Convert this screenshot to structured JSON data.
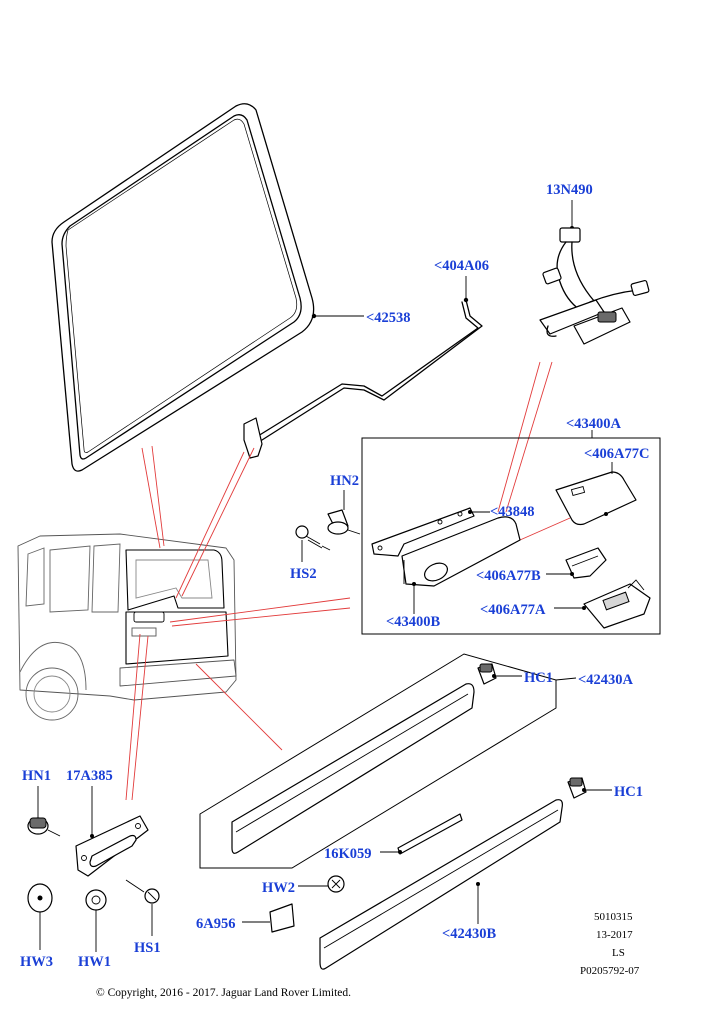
{
  "diagram": {
    "accent_color": "#1a3fd6",
    "callout_line_color": "#e23b3b",
    "labels": {
      "seal_42538": "<42538",
      "rod_404a06": "<404A06",
      "harness_13n490": "13N490",
      "assy_43400a": "<43400A",
      "cover_406a77c": "<406A77C",
      "bracket_43848": "<43848",
      "nut_hn2": "HN2",
      "screw_hs2": "HS2",
      "housing_406a77b": "<406A77B",
      "switch_406a77a": "<406A77A",
      "handle_43400b": "<43400B",
      "clip_hc1_upper": "HC1",
      "trim_42430a": "<42430A",
      "clip_hc1_lower": "HC1",
      "nut_hn1": "HN1",
      "plate_17a385": "17A385",
      "strip_16k059": "16K059",
      "washer_hw2": "HW2",
      "pad_6a956": "6A956",
      "trim_42430b": "<42430B",
      "washer_hw3": "HW3",
      "washer_hw1": "HW1",
      "screw_hs1": "HS1"
    },
    "meta": {
      "code": "5010315",
      "date": "13-2017",
      "ls": "LS",
      "ref": "P0205792-07"
    },
    "copyright": "© Copyright, 2016 - 2017. Jaguar Land Rover Limited."
  }
}
